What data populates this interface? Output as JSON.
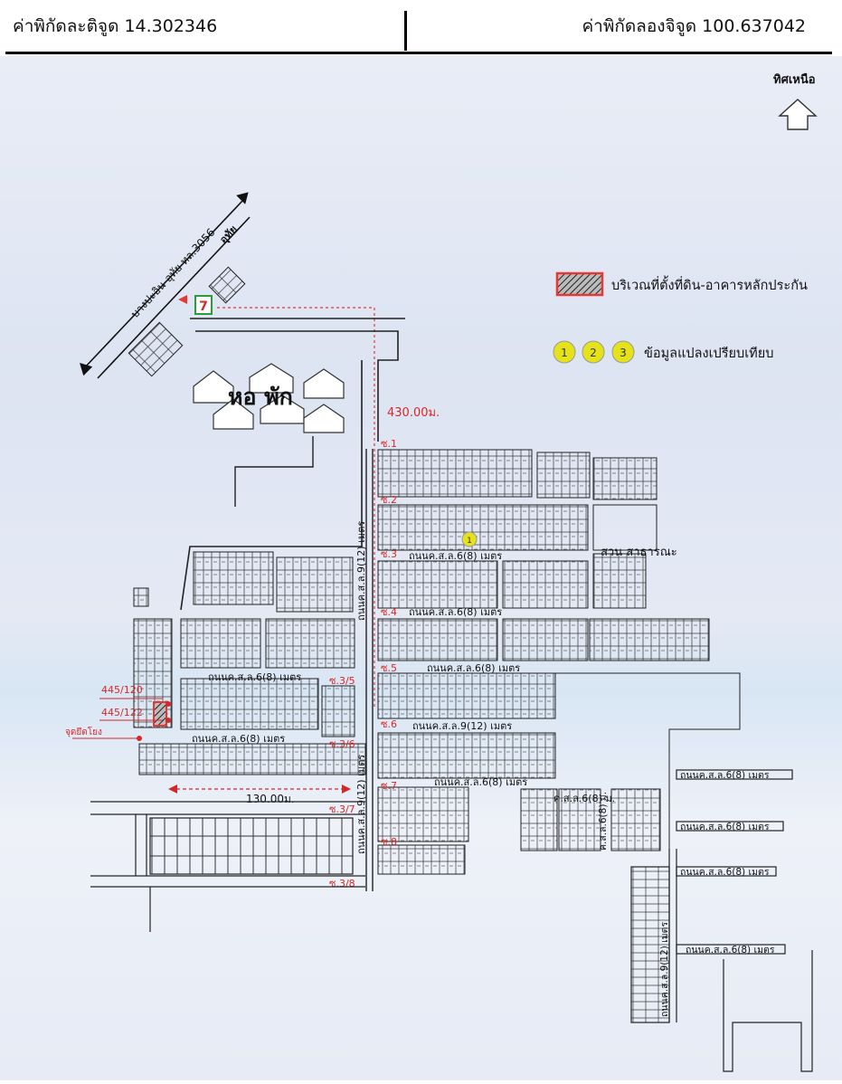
{
  "header": {
    "latitude_label": "ค่าพิกัดละติจูด 14.302346",
    "longitude_label": "ค่าพิกัดลองจิจูด 100.637042"
  },
  "map": {
    "north_label": "ทิศเหนือ",
    "legend": {
      "subject_label": "บริเวณที่ตั้งที่ดิน-อาคารหลักประกัน",
      "comparables_label": "ข้อมูลแปลงเปรียบเทียบ",
      "markers": [
        "1",
        "2",
        "3"
      ],
      "subject_color": "#e53935",
      "marker_color": "#e6e21a"
    },
    "highway_label": "บางปะอิน-อุทัย ทล.3056",
    "highway_end_label": "อุทัย",
    "store_label": "7",
    "dorm_label": "หอ พัก",
    "park_label": "สวน สาธารณะ",
    "distances": {
      "main": "430.00ม.",
      "side": "130.00ม."
    },
    "plots": {
      "a": "445/120",
      "b": "445/122"
    },
    "reference_point_label": "จุดยึดโยง",
    "soi_labels": [
      "ซ.1",
      "ซ.2",
      "ซ.3",
      "ซ.4",
      "ซ.5",
      "ซ.6",
      "ซ.7",
      "ซ.8",
      "ซ.3/5",
      "ซ.3/6",
      "ซ.3/7",
      "ซ.3/8"
    ],
    "road_labels": {
      "main_road": "ถนนค.ส.ล.9(12) เมตร",
      "lane_8m": "ถนนค.ส.ล.6(8) เมตร",
      "lane_12m": "ถนนค.ส.ล.9(12) เมตร",
      "short_lane": "ค.ส.ล.6(8) ม."
    },
    "comparable_on_map": "1"
  }
}
